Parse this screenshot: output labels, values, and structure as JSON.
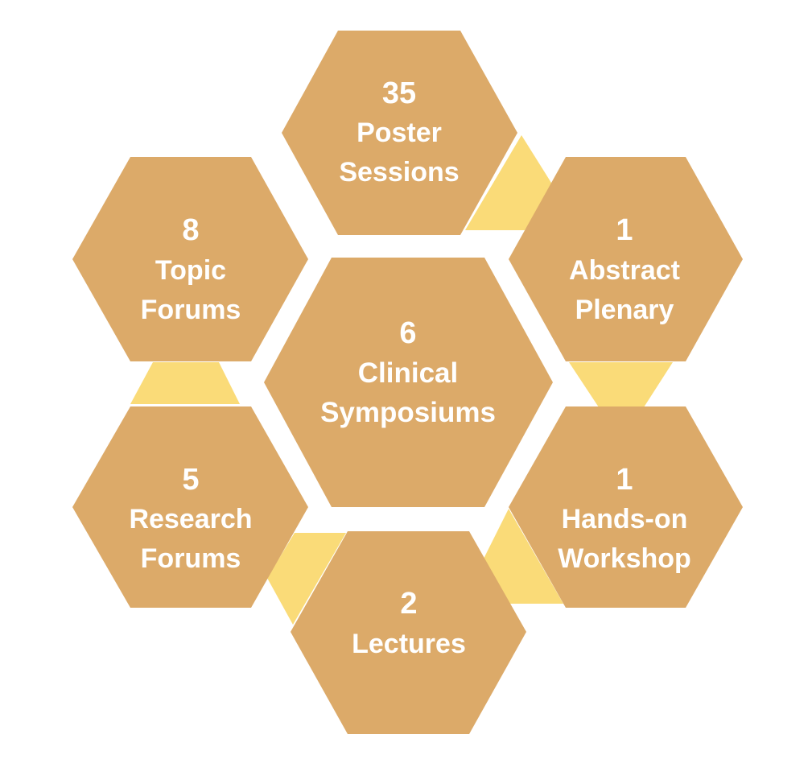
{
  "colors": {
    "hexagon": "#DCAA69",
    "connector": "#FADB78",
    "text": "#FFFFFF",
    "background": "#FFFFFF"
  },
  "hexagons": {
    "poster": {
      "count": "35",
      "line1": "Poster",
      "line2": "Sessions"
    },
    "abstract": {
      "count": "1",
      "line1": "Abstract",
      "line2": "Plenary"
    },
    "handson": {
      "count": "1",
      "line1": "Hands-on",
      "line2": "Workshop"
    },
    "lectures": {
      "count": "2",
      "line1": "Lectures",
      "line2": ""
    },
    "research": {
      "count": "5",
      "line1": "Research",
      "line2": "Forums"
    },
    "topic": {
      "count": "8",
      "line1": "Topic",
      "line2": "Forums"
    },
    "clinical": {
      "count": "6",
      "line1": "Clinical",
      "line2": "Symposiums"
    }
  }
}
